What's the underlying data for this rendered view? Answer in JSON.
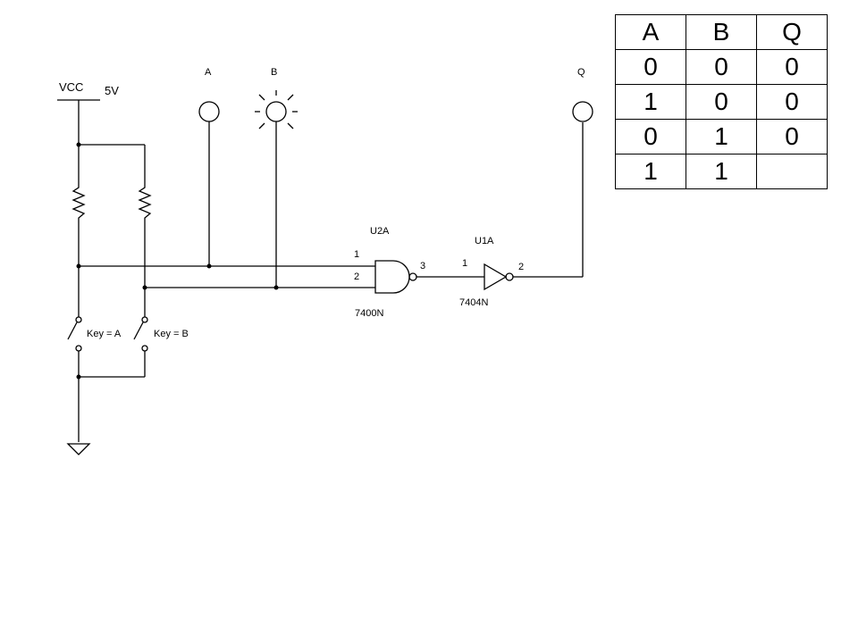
{
  "schematic": {
    "power": {
      "label": "VCC",
      "voltage": "5V"
    },
    "probes": {
      "a": "A",
      "b": "B",
      "q": "Q"
    },
    "nand_gate": {
      "ref": "U2A",
      "part": "7400N",
      "pin_in1": "1",
      "pin_in2": "2",
      "pin_out": "3"
    },
    "inverter": {
      "ref": "U1A",
      "part": "7404N",
      "pin_in": "1",
      "pin_out": "2"
    },
    "switch_a": {
      "label": "Key = A"
    },
    "switch_b": {
      "label": "Key = B"
    }
  },
  "truth_table": {
    "headers": [
      "A",
      "B",
      "Q"
    ],
    "rows": [
      [
        "0",
        "0",
        "0"
      ],
      [
        "1",
        "0",
        "0"
      ],
      [
        "0",
        "1",
        "0"
      ],
      [
        "1",
        "1",
        ""
      ]
    ]
  }
}
